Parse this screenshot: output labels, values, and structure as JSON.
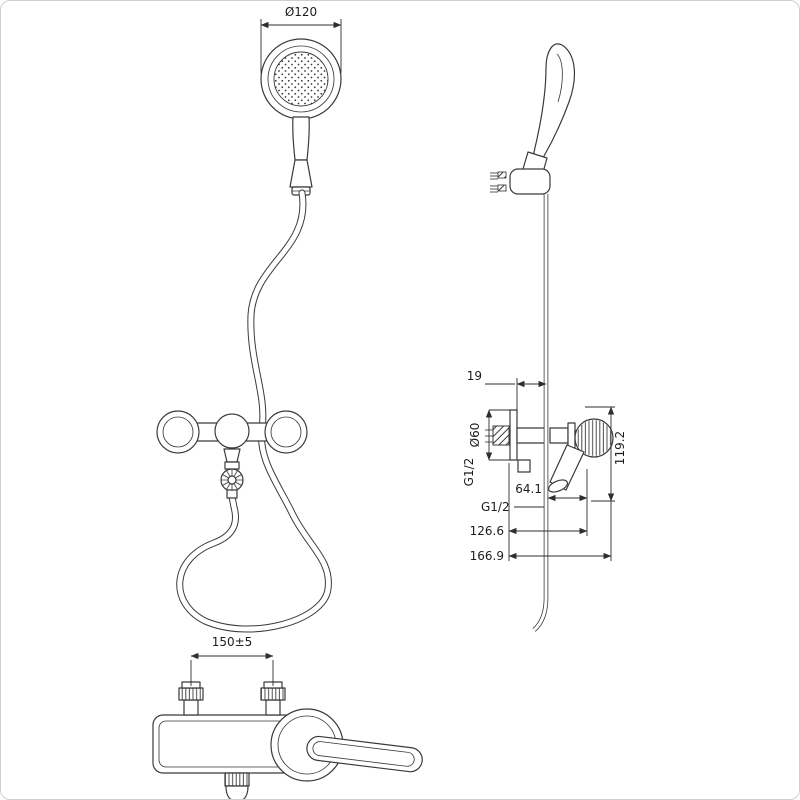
{
  "drawing": {
    "labels": {
      "head_diameter": "Ø120",
      "rail_offset": "19",
      "escutcheon_diameter": "Ø60",
      "side_thread": "G1/2",
      "valve_offset": "64.1",
      "valve_height": "119.2",
      "hose_thread": "G1/2",
      "wall_to_valve": "126.6",
      "overall_depth": "166.9",
      "inlet_spacing": "150±5"
    },
    "colors": {
      "line": "#3a3a3a",
      "dimension": "#2e2e2e",
      "background": "#ffffff",
      "frame": "#cfcfcf"
    }
  }
}
